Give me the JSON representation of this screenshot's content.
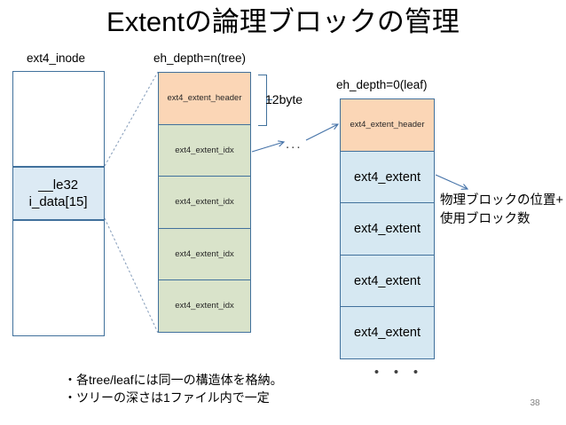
{
  "slide": {
    "title": "Extentの論理ブロックの管理",
    "page_number": "38",
    "background_color": "#ffffff"
  },
  "colors": {
    "border": "#41719C",
    "header_fill": "#FBD6B6",
    "idx_fill": "#D9E3CA",
    "extent_fill": "#D6E8F2",
    "inode_data_fill": "#DCEAF4",
    "connector": "#4472A8"
  },
  "inode_column": {
    "label": "ext4_inode",
    "segments": [
      {
        "name": "upper-blank",
        "text": ""
      },
      {
        "name": "i-data",
        "text": "__le32\ni_data[15]"
      },
      {
        "name": "lower-blank",
        "text": ""
      }
    ]
  },
  "tree_column": {
    "label": "eh_depth=n(tree)",
    "cells": [
      {
        "kind": "header",
        "text": "ext4_extent_header"
      },
      {
        "kind": "idx",
        "text": "ext4_extent_idx"
      },
      {
        "kind": "idx",
        "text": "ext4_extent_idx"
      },
      {
        "kind": "idx",
        "text": "ext4_extent_idx"
      },
      {
        "kind": "idx",
        "text": "ext4_extent_idx"
      }
    ],
    "size_annotation": "12byte",
    "ellipsis": "..."
  },
  "leaf_column": {
    "label": "eh_depth=0(leaf)",
    "cells": [
      {
        "kind": "header",
        "text": "ext4_extent_header"
      },
      {
        "kind": "extent",
        "text": "ext4_extent"
      },
      {
        "kind": "extent",
        "text": "ext4_extent"
      },
      {
        "kind": "extent",
        "text": "ext4_extent"
      },
      {
        "kind": "extent",
        "text": "ext4_extent"
      }
    ],
    "ellipsis": "・・・",
    "annotation": "物理ブロックの位置+\n使用ブロック数"
  },
  "notes": {
    "bullets": "・各tree/leafには同一の構造体を格納。\n・ツリーの深さは1ファイル内で一定"
  }
}
